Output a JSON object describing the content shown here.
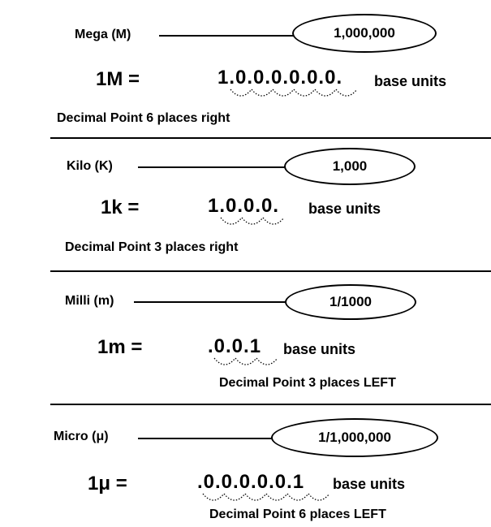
{
  "sections": [
    {
      "prefix_label": "Mega (M)",
      "value": "1,000,000",
      "equation": "1M =",
      "digits": "1.0.0.0.0.0.0.",
      "units": "base units",
      "note": "Decimal Point 6 places right",
      "hops": 6
    },
    {
      "prefix_label": "Kilo (K)",
      "value": "1,000",
      "equation": "1k =",
      "digits": "1.0.0.0.",
      "units": "base units",
      "note": "Decimal Point 3 places right",
      "hops": 3
    },
    {
      "prefix_label": "Milli (m)",
      "value": "1/1000",
      "equation": "1m =",
      "digits": ".0.0.1",
      "units": "base units",
      "note": "Decimal Point 3 places LEFT",
      "hops": 3
    },
    {
      "prefix_label": "Micro (μ)",
      "value": "1/1,000,000",
      "equation": "1μ =",
      "digits": ".0.0.0.0.0.1",
      "units": "base units",
      "note": "Decimal Point 6 places LEFT",
      "hops": 6
    }
  ]
}
